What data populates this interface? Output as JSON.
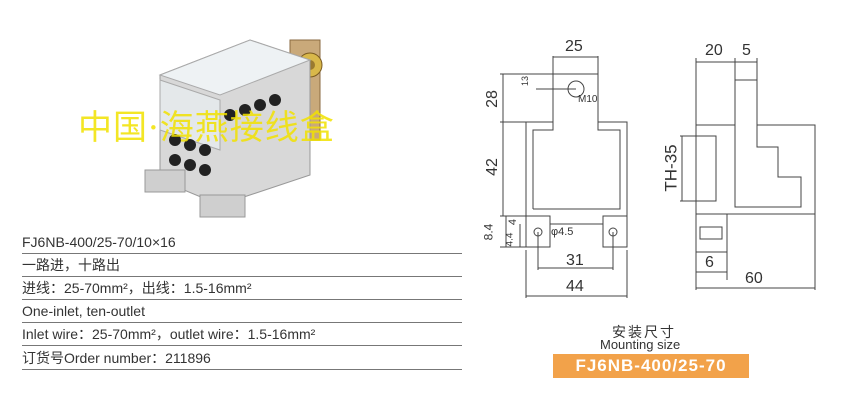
{
  "watermark": "中国·海燕接线盒",
  "specs": {
    "model": "FJ6NB-400/25-70/10×16",
    "cn_desc": "一路进，十路出",
    "cn_wire": "进线：25-70mm²，出线：1.5-16mm²",
    "en_desc": "One-inlet, ten-outlet",
    "en_wire": "Inlet wire：25-70mm²，outlet wire：1.5-16mm²",
    "order": "订货号Order number：211896"
  },
  "drawing": {
    "dims": {
      "w_tab": "25",
      "h_top": "28",
      "h_body": "42",
      "h_foot": "8.4",
      "h_4": "4",
      "h_44": "4.4",
      "d_hole": "φ4.5",
      "w_holes": "31",
      "w_total": "44",
      "bolt": "M10",
      "bolt_off": "13",
      "side_20": "20",
      "side_5": "5",
      "rail": "TH-35",
      "side_6": "6",
      "side_60": "60"
    },
    "caption_cn": "安装尺寸",
    "caption_en": "Mounting size",
    "model_badge": "FJ6NB-400/25-70"
  }
}
